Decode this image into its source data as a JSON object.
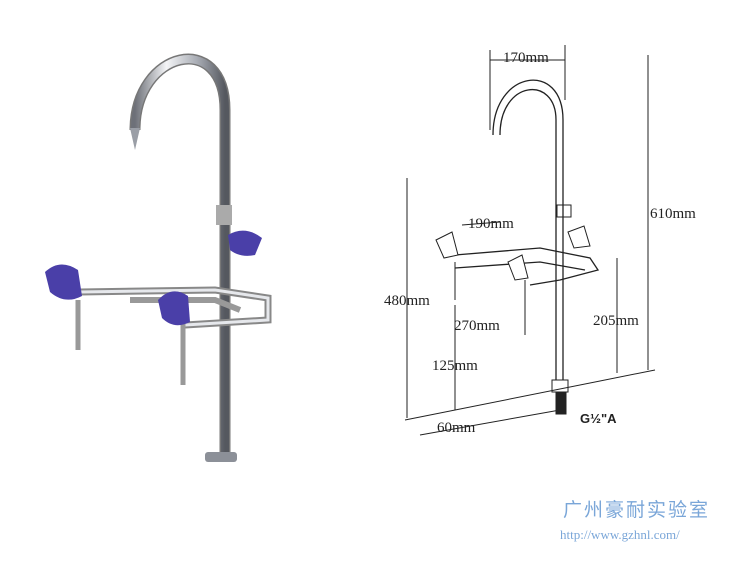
{
  "dimensions": {
    "top_width": "170mm",
    "total_height": "610mm",
    "arm_width": "190mm",
    "height_480": "480mm",
    "arm_span": "270mm",
    "arm_height": "205mm",
    "nozzle_height": "125mm",
    "base_offset": "60mm",
    "thread": "G½\"A"
  },
  "watermark": {
    "company": "广州豪耐实验室",
    "url": "http://www.gzhnl.com/"
  },
  "colors": {
    "handle": "#4a3fa8",
    "chrome": "#b8bcc4",
    "watermark": "#7aa6d8"
  }
}
